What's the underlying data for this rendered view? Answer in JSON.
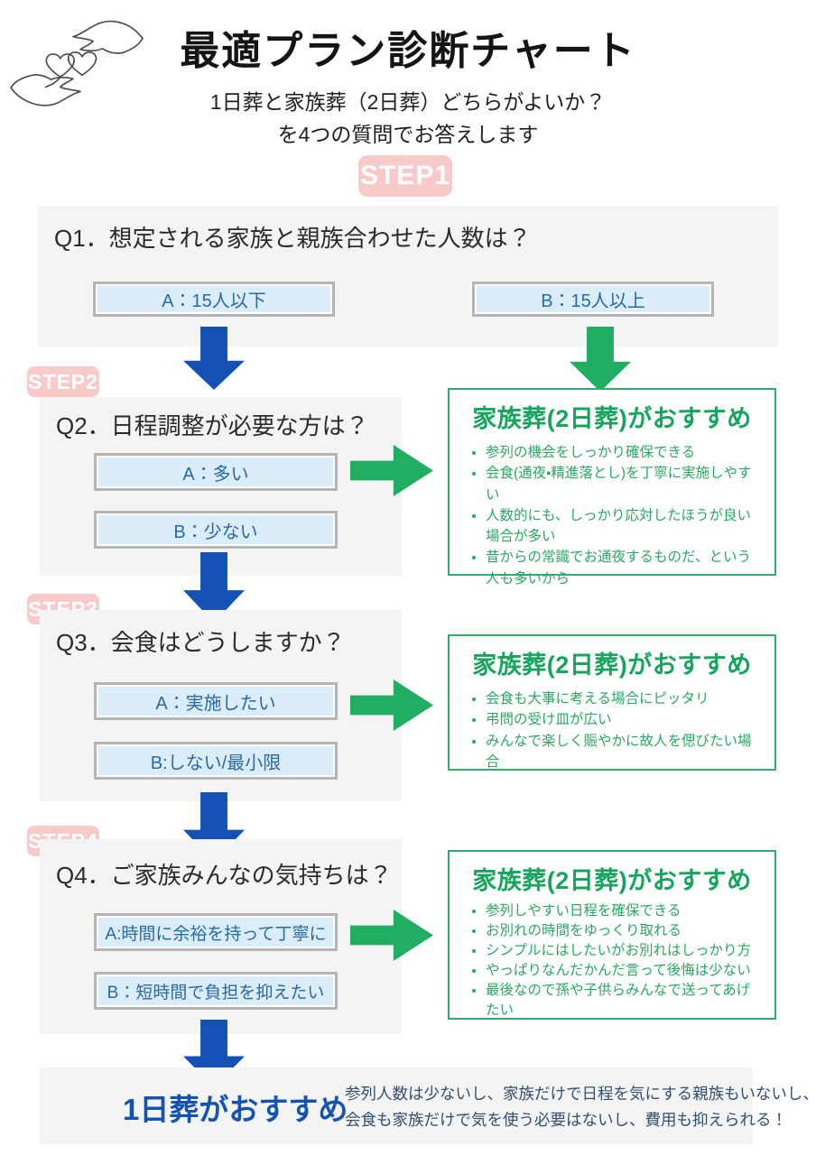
{
  "header": {
    "title": "最適プラン診断チャート",
    "subtitle_line1": "1日葬と家族葬（2日葬）どちらがよいか？",
    "subtitle_line2": "を4つの質問でお答えします",
    "logo": "hands-holding-hearts-line-art"
  },
  "steps": [
    {
      "badge": "STEP1",
      "question": "Q1．想定される家族と親族合わせた人数は？",
      "option_a": "A：15人以下",
      "option_b": "B：15人以上"
    },
    {
      "badge": "STEP2",
      "question": "Q2．日程調整が必要な方は？",
      "option_a": "A：多い",
      "option_b": "B：少ない"
    },
    {
      "badge": "STEP3",
      "question": "Q3．会食はどうしますか？",
      "option_a": "A：実施したい",
      "option_b": "B:しない/最小限"
    },
    {
      "badge": "STEP4",
      "question": "Q4．ご家族みんなの気持ちは？",
      "option_a": "A:時間に余裕を持って丁寧に",
      "option_b": "B：短時間で負担を抑えたい"
    }
  ],
  "results": [
    {
      "title": "家族葬(2日葬)がおすすめ",
      "bullets": [
        "参列の機会をしっかり確保できる",
        "会食(通夜・精進落とし)を丁寧に実施しやすい",
        "人数的にも、しっかり応対したほうが良い場合が多い",
        "昔からの常識でお通夜するものだ、という人も多いから"
      ]
    },
    {
      "title": "家族葬(2日葬)がおすすめ",
      "bullets": [
        "会食も大事に考える場合にピッタリ",
        "弔問の受け皿が広い",
        "みんなで楽しく賑やかに故人を偲びたい場合"
      ]
    },
    {
      "title": "家族葬(2日葬)がおすすめ",
      "bullets": [
        "参列しやすい日程を確保できる",
        "お別れの時間をゆっくり取れる",
        "シンプルにはしたいがお別れはしっかり方",
        "やっぱりなんだかんだ言って後悔は少ない",
        "最後なので孫や子供らみんなで送ってあげたい"
      ]
    }
  ],
  "final": {
    "title": "1日葬がおすすめ",
    "description_line1": "参列人数は少ないし、家族だけで日程を気にする親族もいないし、",
    "description_line2": "会食も家族だけで気を使う必要はないし、費用も抑えられる！"
  },
  "colors": {
    "blue_arrow": "#1551b5",
    "green_arrow": "#21ad62",
    "green_accent": "#17a45c",
    "option_box_fill": "#daedf8",
    "option_text": "#2a6aa5",
    "badge_pink": "#f9caca",
    "panel_gray": "#f4f4f5",
    "final_title_blue": "#1553b0"
  }
}
